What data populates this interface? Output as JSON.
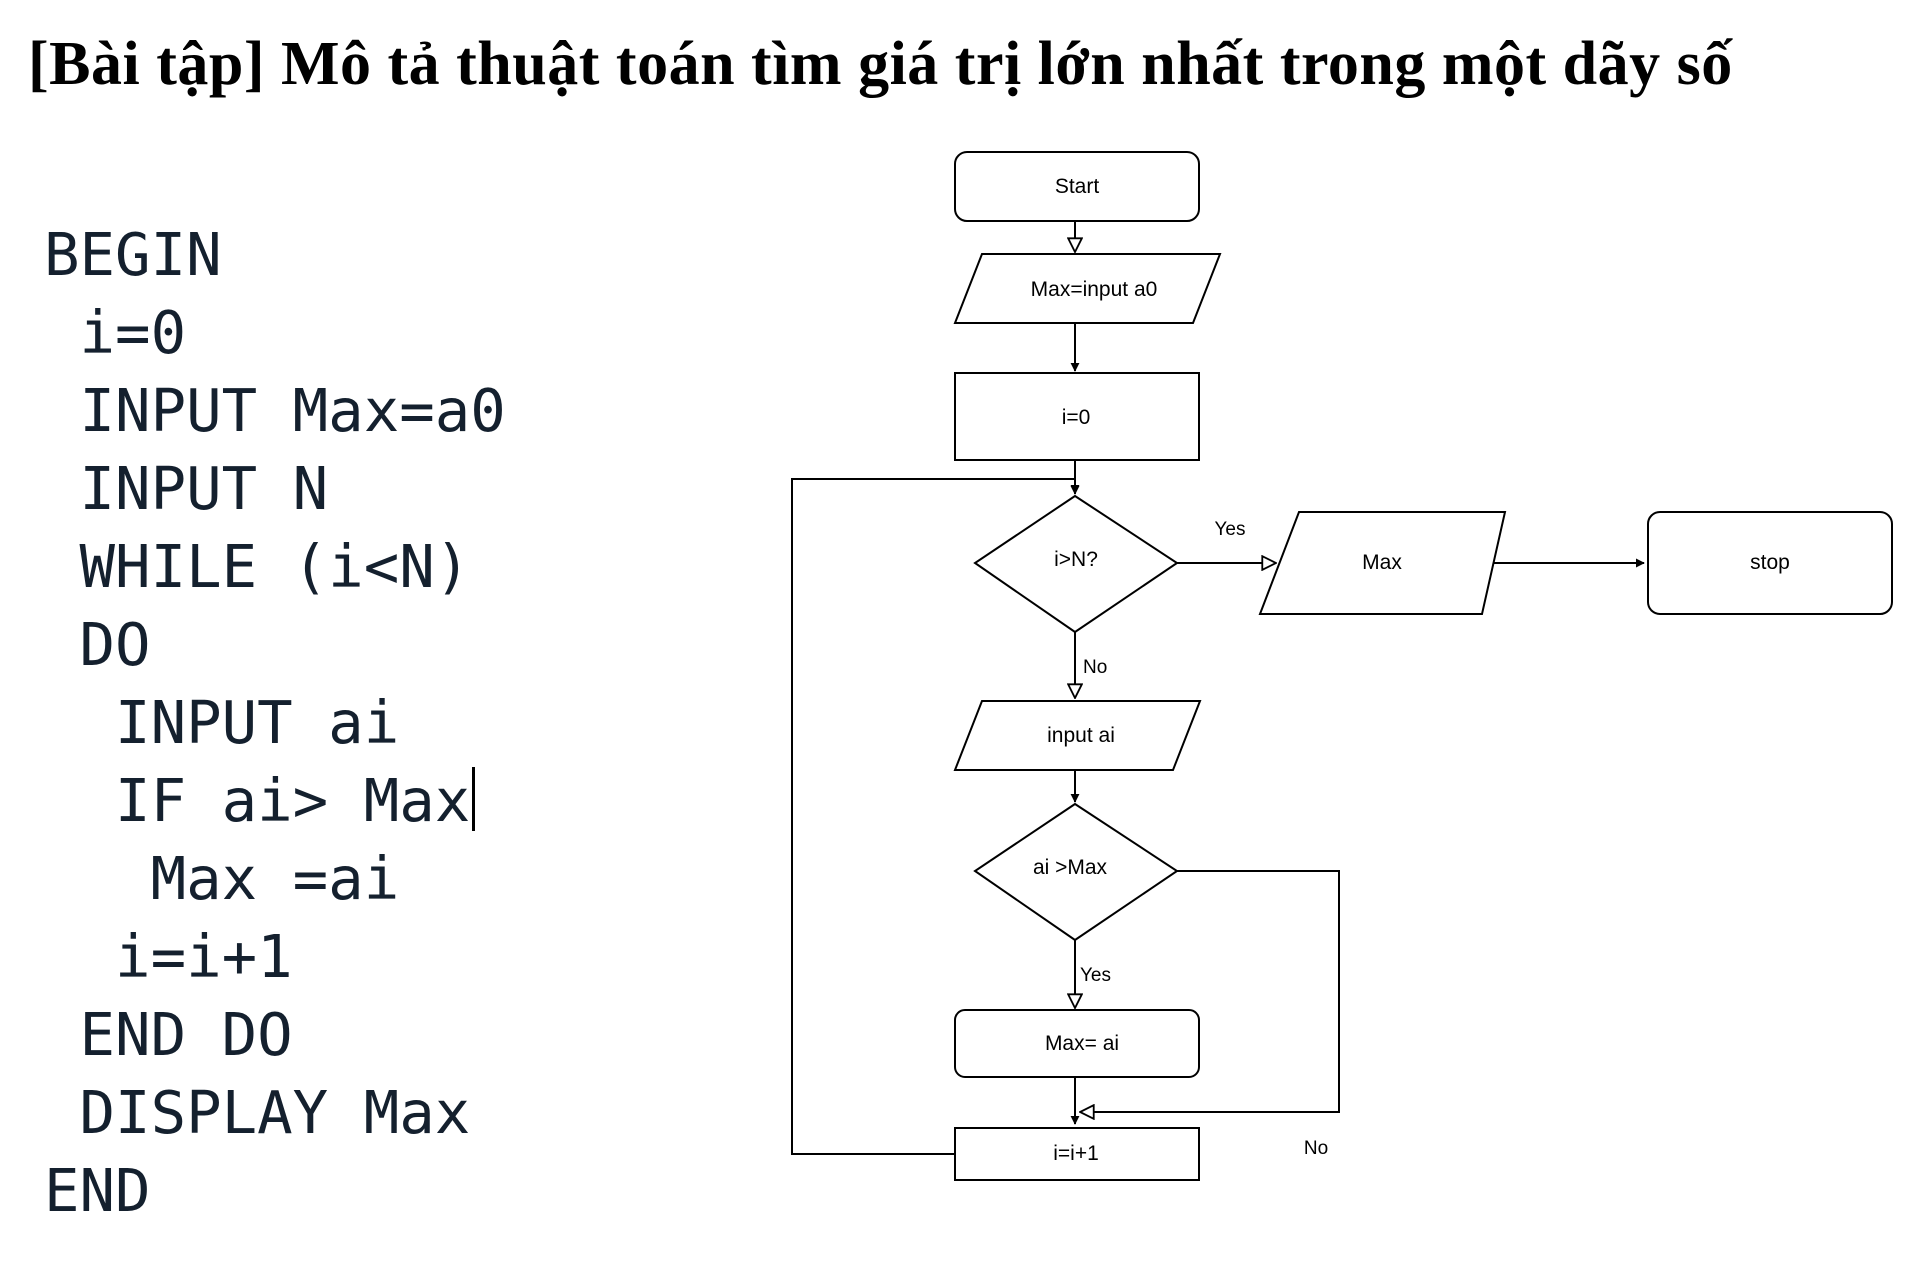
{
  "title": "[Bài tập] Mô tả thuật toán tìm giá trị lớn nhất trong một dãy số",
  "pseudocode": {
    "lines": [
      "BEGIN",
      " i=0",
      " INPUT Max=a0",
      " INPUT N",
      " WHILE (i<N)",
      " DO",
      "  INPUT ai",
      "  IF ai> Max",
      "   Max =ai",
      "  i=i+1",
      " END DO",
      " DISPLAY Max",
      "END"
    ]
  },
  "flowchart": {
    "nodes": {
      "start": "Start",
      "input_max": "Max=input a0",
      "init_i": "i=0",
      "cond_i": "i>N?",
      "output_max": "Max",
      "stop": "stop",
      "input_ai": "input ai",
      "cond_ai": "ai >Max",
      "assign_max": "Max= ai",
      "increment": "i=i+1"
    },
    "edge_labels": {
      "cond_i_yes": "Yes",
      "cond_i_no": "No",
      "cond_ai_yes": "Yes",
      "cond_ai_no": "No"
    }
  }
}
